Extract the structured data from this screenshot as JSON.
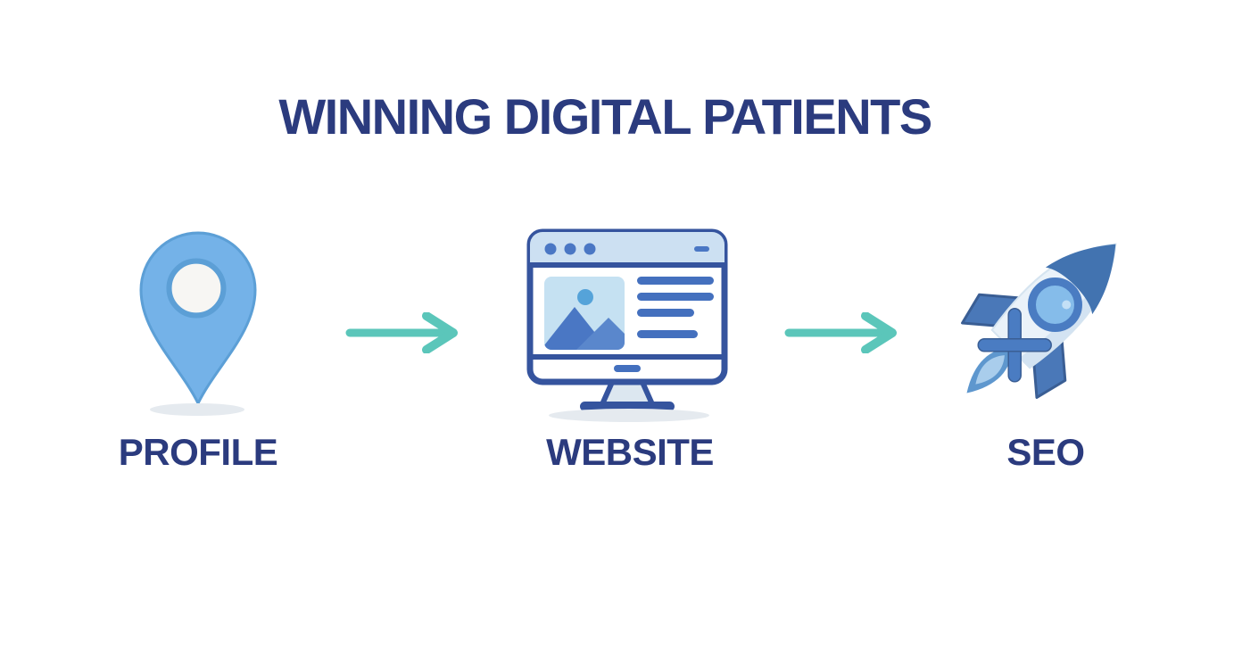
{
  "title": "WINNING DIGITAL PATIENTS",
  "steps": [
    {
      "id": "profile",
      "label": "PROFILE",
      "icon": "location-pin-icon"
    },
    {
      "id": "website",
      "label": "WEBSITE",
      "icon": "browser-monitor-icon"
    },
    {
      "id": "seo",
      "label": "SEO",
      "icon": "rocket-icon"
    }
  ],
  "arrows": [
    {
      "from": "profile",
      "to": "website"
    },
    {
      "from": "website",
      "to": "seo"
    }
  ],
  "colors": {
    "background": "#FFFFFF",
    "title_text": "#2B3B7E",
    "label_text": "#2B3B7E",
    "arrow": "#5BC6BA",
    "pin_fill": "#74B2E8",
    "pin_ring": "#5C9FD6",
    "pin_inner": "#F7F6F3",
    "monitor_outline": "#35549E",
    "monitor_topbar": "#CCE0F2",
    "monitor_accent": "#4A77C4",
    "image_placeholder": "#C5E1F2",
    "rocket_body": "#EAF2F9",
    "rocket_dark_blue": "#4273B0",
    "rocket_mid_blue": "#4A7CC2",
    "rocket_glass": "#85BCEA",
    "shadow": "#E5EAEF"
  }
}
